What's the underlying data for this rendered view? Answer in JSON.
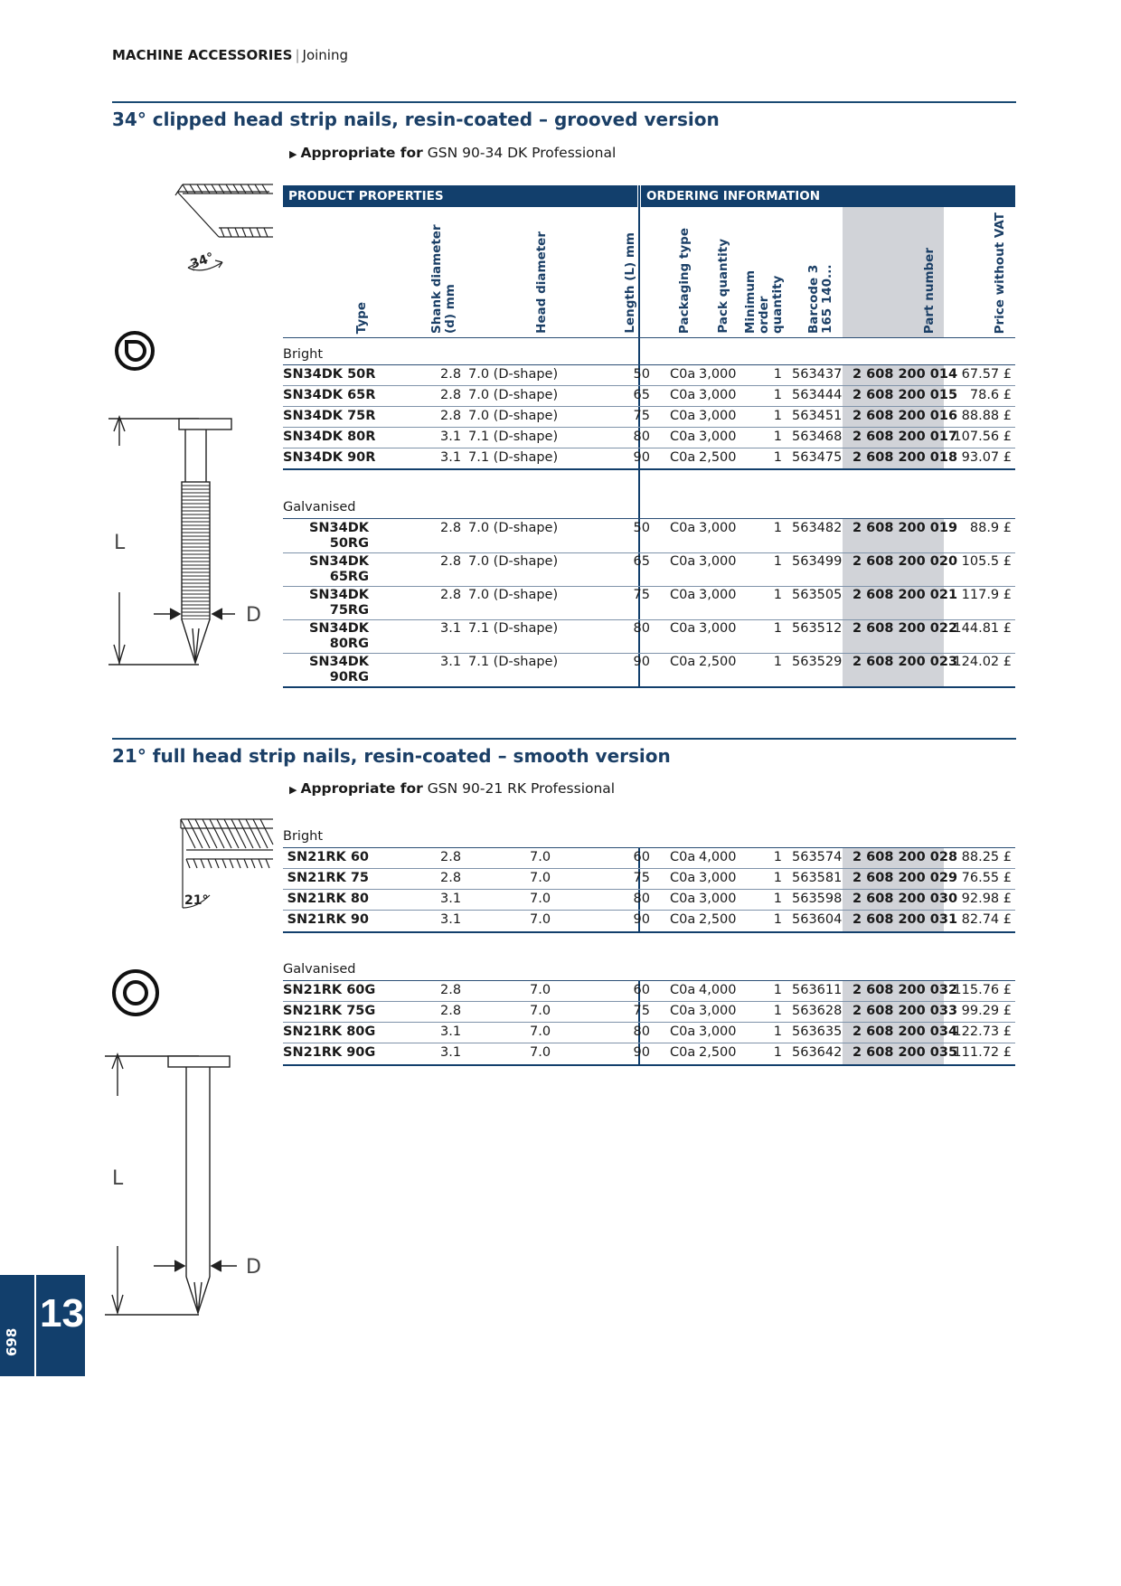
{
  "header": {
    "section": "MACHINE ACCESSORIES",
    "sep": "|",
    "sub": "Joining"
  },
  "section1": {
    "title": "34° clipped head strip nails, resin-coated – grooved version",
    "appropriate_label": "Appropriate for",
    "appropriate_tool": "GSN 90-34 DK Professional",
    "angle_label": "34°"
  },
  "section2": {
    "title": "21° full head strip nails, resin-coated – smooth version",
    "appropriate_label": "Appropriate for",
    "appropriate_tool": "GSN 90-21 RK Professional",
    "angle_label": "21°"
  },
  "diagram_labels": {
    "length": "L",
    "diameter": "D"
  },
  "table_headers": {
    "product_properties": "PRODUCT PROPERTIES",
    "ordering_information": "ORDERING INFORMATION",
    "columns": [
      "Type",
      "Shank diameter (d) mm",
      "Head diameter",
      "Length (L) mm",
      "Packaging type",
      "Pack quantity",
      "Minimum order quantity",
      "Barcode 3 165 140...",
      "Part number",
      "Price without VAT"
    ]
  },
  "groups": {
    "bright": "Bright",
    "galvanised": "Galvanised"
  },
  "table1_bright": [
    {
      "type": "SN34DK 50R",
      "shank": "2.8",
      "head": "7.0 (D-shape)",
      "length": "50",
      "pack_type": "C0a",
      "pack_qty": "3,000",
      "min_qty": "1",
      "barcode": "563437",
      "part": "2 608 200 014",
      "price": "67.57 £"
    },
    {
      "type": "SN34DK 65R",
      "shank": "2.8",
      "head": "7.0 (D-shape)",
      "length": "65",
      "pack_type": "C0a",
      "pack_qty": "3,000",
      "min_qty": "1",
      "barcode": "563444",
      "part": "2 608 200 015",
      "price": "78.6 £"
    },
    {
      "type": "SN34DK 75R",
      "shank": "2.8",
      "head": "7.0 (D-shape)",
      "length": "75",
      "pack_type": "C0a",
      "pack_qty": "3,000",
      "min_qty": "1",
      "barcode": "563451",
      "part": "2 608 200 016",
      "price": "88.88 £"
    },
    {
      "type": "SN34DK 80R",
      "shank": "3.1",
      "head": "7.1 (D-shape)",
      "length": "80",
      "pack_type": "C0a",
      "pack_qty": "3,000",
      "min_qty": "1",
      "barcode": "563468",
      "part": "2 608 200 017",
      "price": "107.56 £"
    },
    {
      "type": "SN34DK 90R",
      "shank": "3.1",
      "head": "7.1 (D-shape)",
      "length": "90",
      "pack_type": "C0a",
      "pack_qty": "2,500",
      "min_qty": "1",
      "barcode": "563475",
      "part": "2 608 200 018",
      "price": "93.07 £"
    }
  ],
  "table1_galv": [
    {
      "type1": "SN34DK",
      "type2": "50RG",
      "shank": "2.8",
      "head": "7.0 (D-shape)",
      "length": "50",
      "pack_type": "C0a",
      "pack_qty": "3,000",
      "min_qty": "1",
      "barcode": "563482",
      "part": "2 608 200 019",
      "price": "88.9 £"
    },
    {
      "type1": "SN34DK",
      "type2": "65RG",
      "shank": "2.8",
      "head": "7.0 (D-shape)",
      "length": "65",
      "pack_type": "C0a",
      "pack_qty": "3,000",
      "min_qty": "1",
      "barcode": "563499",
      "part": "2 608 200 020",
      "price": "105.5 £"
    },
    {
      "type1": "SN34DK",
      "type2": "75RG",
      "shank": "2.8",
      "head": "7.0 (D-shape)",
      "length": "75",
      "pack_type": "C0a",
      "pack_qty": "3,000",
      "min_qty": "1",
      "barcode": "563505",
      "part": "2 608 200 021",
      "price": "117.9 £"
    },
    {
      "type1": "SN34DK",
      "type2": "80RG",
      "shank": "3.1",
      "head": "7.1 (D-shape)",
      "length": "80",
      "pack_type": "C0a",
      "pack_qty": "3,000",
      "min_qty": "1",
      "barcode": "563512",
      "part": "2 608 200 022",
      "price": "144.81 £"
    },
    {
      "type1": "SN34DK",
      "type2": "90RG",
      "shank": "3.1",
      "head": "7.1 (D-shape)",
      "length": "90",
      "pack_type": "C0a",
      "pack_qty": "2,500",
      "min_qty": "1",
      "barcode": "563529",
      "part": "2 608 200 023",
      "price": "124.02 £"
    }
  ],
  "table2_bright": [
    {
      "type": "SN21RK 60",
      "shank": "2.8",
      "head": "7.0",
      "length": "60",
      "pack_type": "C0a",
      "pack_qty": "4,000",
      "min_qty": "1",
      "barcode": "563574",
      "part": "2 608 200 028",
      "price": "88.25 £"
    },
    {
      "type": "SN21RK 75",
      "shank": "2.8",
      "head": "7.0",
      "length": "75",
      "pack_type": "C0a",
      "pack_qty": "3,000",
      "min_qty": "1",
      "barcode": "563581",
      "part": "2 608 200 029",
      "price": "76.55 £"
    },
    {
      "type": "SN21RK 80",
      "shank": "3.1",
      "head": "7.0",
      "length": "80",
      "pack_type": "C0a",
      "pack_qty": "3,000",
      "min_qty": "1",
      "barcode": "563598",
      "part": "2 608 200 030",
      "price": "92.98 £"
    },
    {
      "type": "SN21RK 90",
      "shank": "3.1",
      "head": "7.0",
      "length": "90",
      "pack_type": "C0a",
      "pack_qty": "2,500",
      "min_qty": "1",
      "barcode": "563604",
      "part": "2 608 200 031",
      "price": "82.74 £"
    }
  ],
  "table2_galv": [
    {
      "type": "SN21RK 60G",
      "shank": "2.8",
      "head": "7.0",
      "length": "60",
      "pack_type": "C0a",
      "pack_qty": "4,000",
      "min_qty": "1",
      "barcode": "563611",
      "part": "2 608 200 032",
      "price": "115.76 £"
    },
    {
      "type": "SN21RK 75G",
      "shank": "2.8",
      "head": "7.0",
      "length": "75",
      "pack_type": "C0a",
      "pack_qty": "3,000",
      "min_qty": "1",
      "barcode": "563628",
      "part": "2 608 200 033",
      "price": "99.29 £"
    },
    {
      "type": "SN21RK 80G",
      "shank": "3.1",
      "head": "7.0",
      "length": "80",
      "pack_type": "C0a",
      "pack_qty": "3,000",
      "min_qty": "1",
      "barcode": "563635",
      "part": "2 608 200 034",
      "price": "122.73 £"
    },
    {
      "type": "SN21RK 90G",
      "shank": "3.1",
      "head": "7.0",
      "length": "90",
      "pack_type": "C0a",
      "pack_qty": "2,500",
      "min_qty": "1",
      "barcode": "563642",
      "part": "2 608 200 035",
      "price": "111.72 £"
    }
  ],
  "footer": {
    "chapter": "13",
    "page": "698"
  }
}
